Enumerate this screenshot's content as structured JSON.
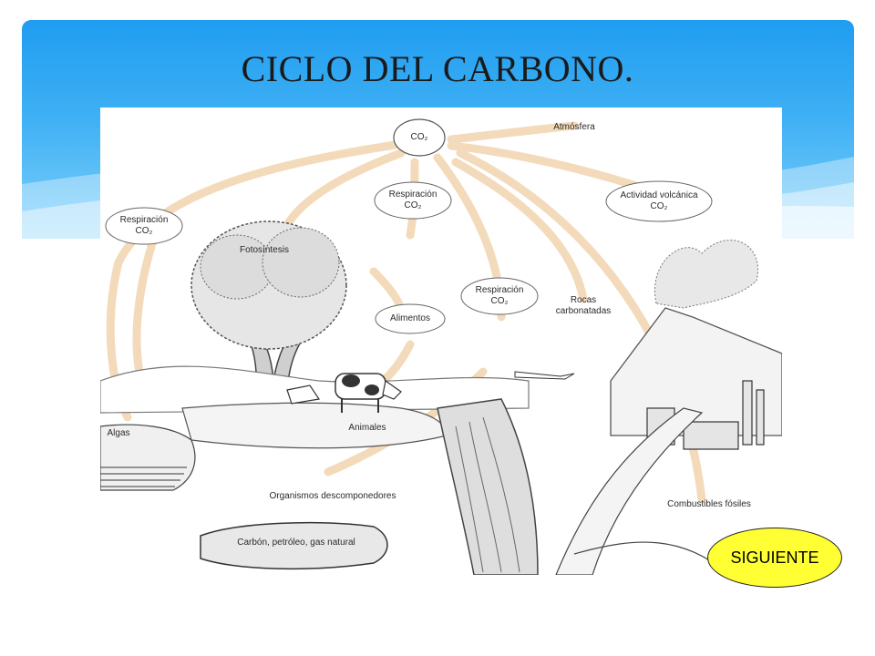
{
  "slide": {
    "title": "CICLO DEL CARBONO.",
    "next_label": "SIGUIENTE"
  },
  "diagram": {
    "labels": {
      "co2": "CO₂",
      "atmosfera": "Atmósfera",
      "respiracion_left": "Respiración\nCO₂",
      "respiracion_top": "Respiración\nCO₂",
      "respiracion_mid": "Respiración\nCO₂",
      "actividad_volcanica": "Actividad volcánica\nCO₂",
      "fotosintesis": "Fotosíntesis",
      "alimentos": "Alimentos",
      "rocas_carbonatadas": "Rocas\ncarbonatadas",
      "algas": "Algas",
      "animales": "Animales",
      "organismos_descomponedores": "Organismos descomponedores",
      "combustibles_fosiles": "Combustibles fósiles",
      "carbon_petroleo": "Carbón, petróleo, gas natural"
    }
  },
  "colors": {
    "header_blue": "#2aa5f2",
    "arrow_fill": "#f3d9b8",
    "button_yellow": "#ffff33"
  }
}
